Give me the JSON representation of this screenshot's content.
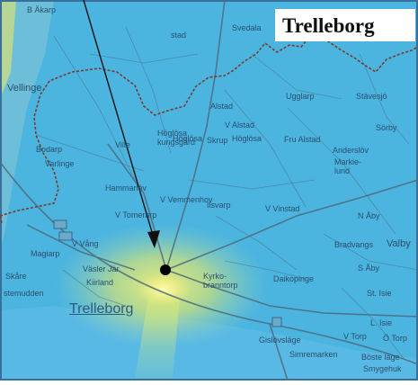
{
  "title": "Trelleborg",
  "place_labels": {
    "b_akarp": "B Äkarp",
    "svedala": "Svedala",
    "stad": "stad",
    "vellinge": "Vellinge",
    "alstad": "Alstad",
    "ugglarp": "Ugglarp",
    "stavesjo": "Stävesjö",
    "v_alstad": "V Alstad",
    "sorby": "Sörby",
    "fru_alstad": "Fru Alstad",
    "hoglosa": "Höglösa",
    "hoglosa_kungsgard": "Höglösa kungsgård",
    "skrup": "Skrup",
    "ville": "Ville",
    "anderslov": "Anderslöv",
    "markie_lund": "Markie-lund",
    "bodarp": "Bodarp",
    "varlinge": "Varlinge",
    "hammarlov": "Hammarlöv",
    "v_vemmenhov": "V Vemmenhov",
    "v_vinstad": "V Vinstad",
    "v_tomerarp": "V Tomerarp",
    "ilsvarp": "Ilsvarp",
    "n_aby": "N Åby",
    "v_vang": "V Vång",
    "bradvangs": "Bradvangs",
    "valby": "Valby",
    "vasler_jar": "Väsler Jär",
    "magiarp": "Magiarp",
    "skare": "Skåre",
    "kyrkobranntorp": "Kyrko-branntorp",
    "daikopinge": "Daikopinge",
    "s_aby": "S Åby",
    "kiirland": "Kiirland",
    "stemudden": "stemudden",
    "trelleborg": "Trelleborg",
    "st_isie": "St. Isie",
    "l_isie": "L. Isie",
    "v_torp": "V Torp",
    "o_torp": "Ö Torp",
    "gislovslage": "Gislövsläge",
    "simremarken": "Simremarken",
    "boste": "Böste läge",
    "smygehuk": "Smygehuk"
  },
  "marker": {
    "label": "",
    "icon": "dot-marker-icon"
  },
  "colors": {
    "land": "#4bb4df",
    "sea": "#49b3e4",
    "west_land": "#6fbdda",
    "roads": "#4d6b7e",
    "border": "#7a3b2f",
    "urban_glow": "#f3ef78",
    "title_bg": "#ffffff",
    "frame": "#3a6f9a"
  }
}
